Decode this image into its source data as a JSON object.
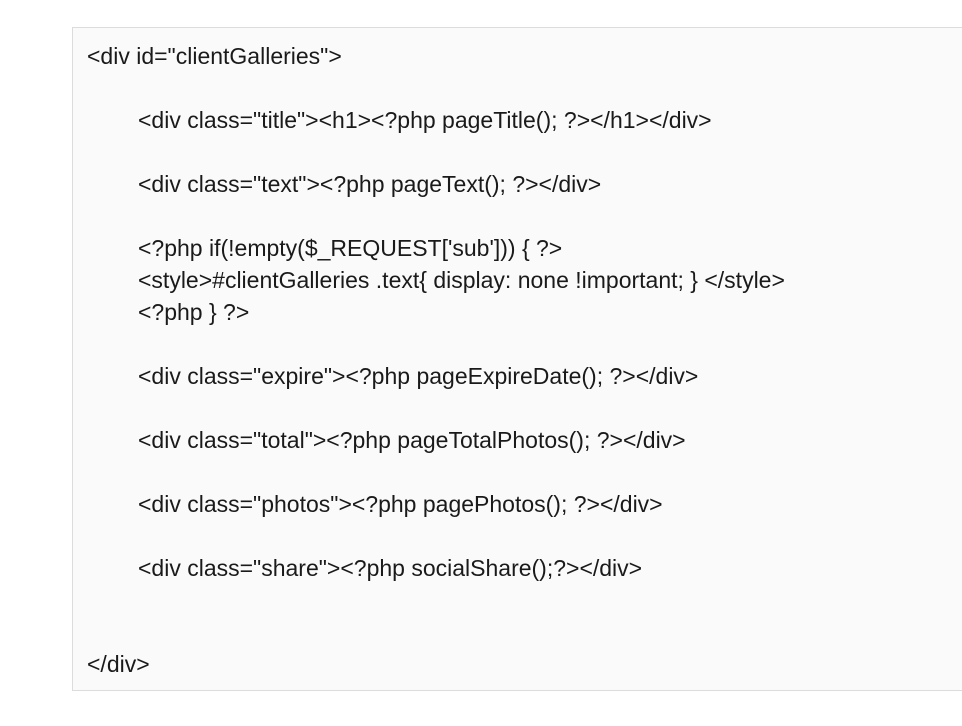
{
  "code_block": {
    "lines": [
      "<div id=\"clientGalleries\">",
      "<div class=\"title\"><h1><?php pageTitle(); ?></h1></div>",
      "<div class=\"text\"><?php pageText(); ?></div>",
      "<?php if(!empty($_REQUEST['sub'])) { ?>",
      "<style>#clientGalleries .text{ display: none !important; } </style>",
      "<?php } ?>",
      "<div class=\"expire\"><?php pageExpireDate(); ?></div>",
      "<div class=\"total\"><?php pageTotalPhotos(); ?></div>",
      "<div class=\"photos\"><?php pagePhotos(); ?></div>",
      "<div class=\"share\"><?php socialShare();?></div>",
      "</div>"
    ]
  }
}
